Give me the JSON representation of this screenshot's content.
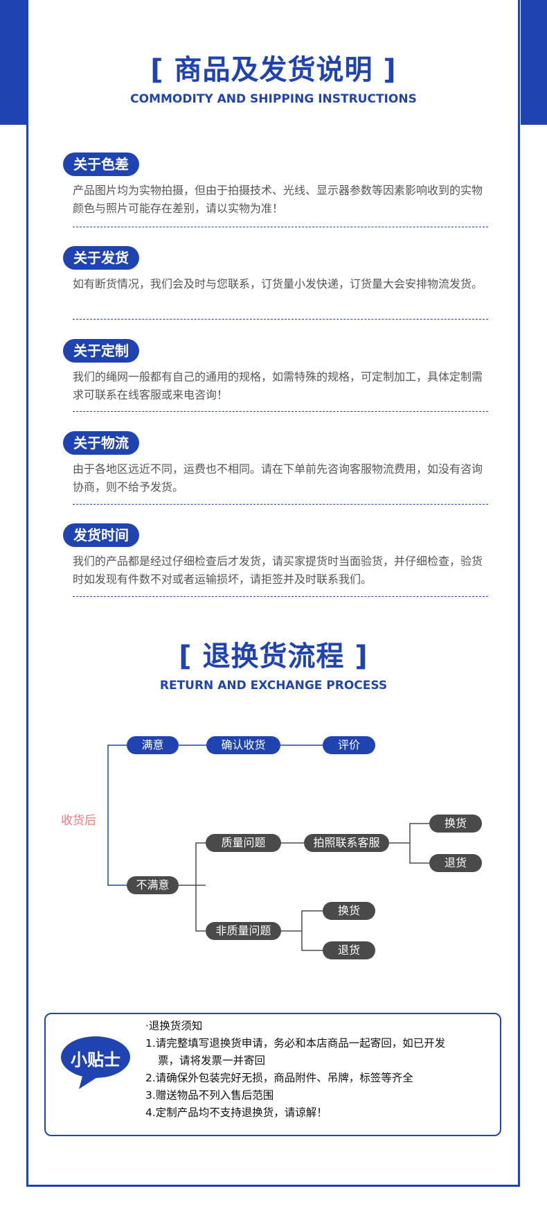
{
  "section1": {
    "title": "[ 商品及发货说明 ]",
    "subtitle": "COMMODITY AND SHIPPING INSTRUCTIONS",
    "items": [
      {
        "label": "关于色差",
        "text": "产品图片均为实物拍摄，但由于拍摄技术、光线、显示器参数等因素影响收到的实物颜色与照片可能存在差别，请以实物为准！"
      },
      {
        "label": "关于发货",
        "text": "如有断货情况，我们会及时与您联系，订货量小发快递，订货量大会安排物流发货。"
      },
      {
        "label": "关于定制",
        "text": "我们的绳网一般都有自己的通用的规格，如需特殊的规格，可定制加工，具体定制需求可联系在线客服或来电咨询！"
      },
      {
        "label": "关于物流",
        "text": "由于各地区远近不同，运费也不相同。请在下单前先咨询客服物流费用，如没有咨询协商，则不给予发货。"
      },
      {
        "label": "发货时间",
        "text": "我们的产品都是经过仔细检查后才发货，请买家提货时当面验货，并仔细检查，验货时如发现有件数不对或者运输损坏，请拒签并及时联系我们。"
      }
    ]
  },
  "section2": {
    "title": "[ 退换货流程 ]",
    "subtitle": "RETURN AND EXCHANGE PROCESS"
  },
  "flow": {
    "root": "收货后",
    "satisfied": "满意",
    "confirm": "确认收货",
    "review": "评价",
    "unsatisfied": "不满意",
    "quality": "质量问题",
    "photo_contact": "拍照联系客服",
    "exchange_a": "换货",
    "return_a": "退货",
    "non_quality": "非质量问题",
    "exchange_b": "换货",
    "return_b": "退货"
  },
  "tips": {
    "badge": "小贴士",
    "heading": "·退换货须知",
    "line1a": "1.请完整填写退换货申请，务必和本店商品一起寄回，如已开发",
    "line1b": "票，请将发票一并寄回",
    "line2": "2.请确保外包装完好无损，商品附件、吊牌，标签等齐全",
    "line3": "3.赠送物品不列入售后范围",
    "line4": "4.定制产品均不支持退换货，请谅解！"
  },
  "colors": {
    "brand": "#1f44b2",
    "dark_pill": "#4a4a4a",
    "root_label": "#f07a7a"
  }
}
